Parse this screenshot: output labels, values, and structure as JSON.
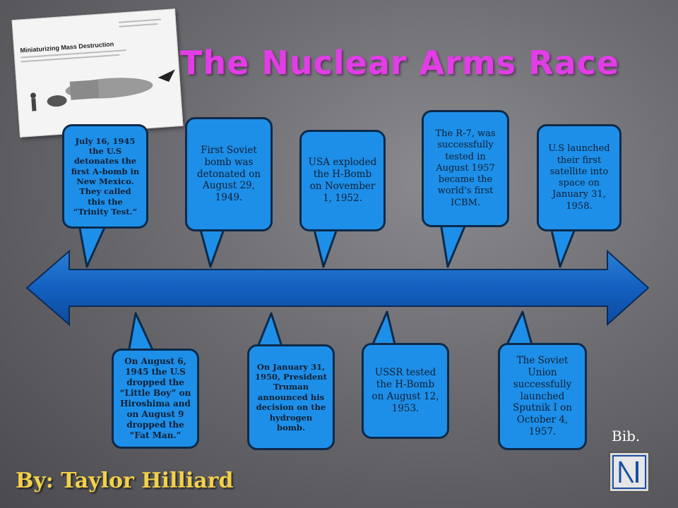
{
  "slide": {
    "title": "The Nuclear Arms Race",
    "author": "By: Taylor Hilliard",
    "bib_label": "Bib."
  },
  "thumbnail": {
    "heading": "Miniaturizing Mass Destruction"
  },
  "timeline": {
    "above": [
      {
        "id": "trinity",
        "text": "July 16, 1945 the U.S detonates the first A-bomb in New Mexico. They called this the “Trinity Test.”"
      },
      {
        "id": "soviet-first-bomb",
        "text": "First Soviet bomb was detonated on August 29, 1949."
      },
      {
        "id": "usa-hbomb",
        "text": "USA exploded the H-Bomb on November 1, 1952."
      },
      {
        "id": "r7-icbm",
        "text": "The R-7, was successfully tested in August 1957 became the world's first ICBM."
      },
      {
        "id": "us-satellite",
        "text": "U.S launched their first satellite into space on January 31, 1958."
      }
    ],
    "below": [
      {
        "id": "hiroshima",
        "text": "On August 6, 1945 the U.S dropped the “Little Boy” on Hiroshima and on August 9 dropped the “Fat Man.”"
      },
      {
        "id": "truman",
        "text": "On January 31, 1950, President Truman announced his decision on the hydrogen bomb."
      },
      {
        "id": "ussr-hbomb",
        "text": "USSR tested the H-Bomb on August 12, 1953."
      },
      {
        "id": "sputnik",
        "text": "The Soviet Union successfully launched Sputnik I on October 4, 1957."
      }
    ]
  },
  "colors": {
    "bubble_fill": "#1e8fe8",
    "bubble_border": "#0c2a4a",
    "arrow_fill": "#1565c8",
    "title_color": "#e23de6",
    "author_color": "#f2d04a"
  },
  "icons": {
    "end_button": "end-of-show-icon",
    "timeline_arrow": "double-arrow-icon"
  }
}
